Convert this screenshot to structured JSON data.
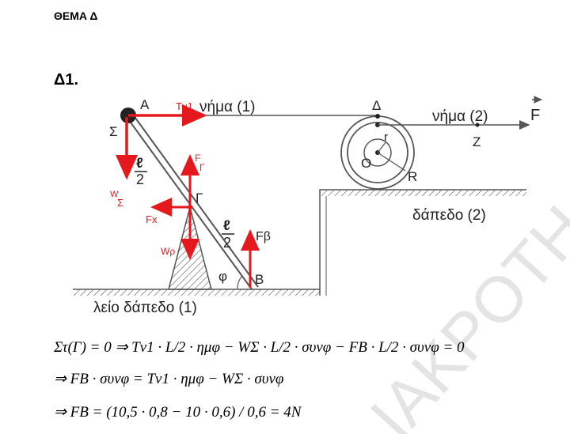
{
  "header": {
    "title": "ΘΕΜΑ Δ",
    "subtitle": "Δ1."
  },
  "figure": {
    "labels": {
      "A": "A",
      "Sigma": "Σ",
      "T": "Tν1",
      "string1": "νήμα (1)",
      "Delta": "Δ",
      "string2": "νήμα (2)",
      "F": "F",
      "Z": "Z",
      "r": "r",
      "O": "O",
      "R": "R",
      "floor2": "δάπεδο (2)",
      "half1_num": "ℓ",
      "half1_den": "2",
      "half2_num": "ℓ",
      "half2_den": "2",
      "WS": "W",
      "WS_sub": "Σ",
      "Fx": "Fx",
      "Fy": "F",
      "Fy_sub": "Γ",
      "Gamma": "Γ",
      "Wp": "Wρ",
      "Fb": "Fβ",
      "phi": "φ",
      "B": "B",
      "floor1": "λείο δάπεδο (1)"
    },
    "colors": {
      "arrow": "#e5181e",
      "line": "#555555",
      "hatch": "#666666"
    }
  },
  "watermark": "ΙΑΚΡΟΤΗ",
  "equations": {
    "eq1": "Στ(Γ) = 0 ⇒ Tν1 · L/2 · ημφ − WΣ · L/2 · συνφ − FB · L/2 · συνφ = 0",
    "eq2": "⇒ FB · συνφ = Tν1 · ημφ − WΣ · συνφ",
    "eq3": "⇒ FB = (10,5 · 0,8 − 10 · 0,6) / 0,6 = 4N"
  }
}
